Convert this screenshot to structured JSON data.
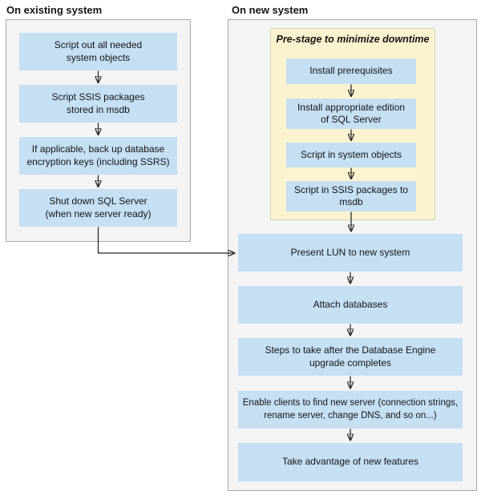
{
  "existing": {
    "header": "On existing system",
    "steps": [
      "Script out all needed system objects",
      "Script SSIS packages stored in msdb",
      "If applicable, back up database encryption keys (including SSRS)",
      "Shut down SQL Server (when new server ready)"
    ]
  },
  "new_system": {
    "header": "On new system",
    "prestage": {
      "title": "Pre-stage to minimize downtime",
      "steps": [
        "Install prerequisites",
        "Install appropriate edition of SQL Server",
        "Script in system objects",
        "Script in SSIS packages to msdb"
      ]
    },
    "steps": [
      "Present LUN to new system",
      "Attach databases",
      "Steps to take after the Database Engine upgrade completes",
      "Enable clients to find new server (connection strings, rename server, change DNS, and so on...)",
      "Take advantage of new features"
    ]
  },
  "colors": {
    "step_fill": "#c5dff3",
    "prestage_fill": "#fbf3d0",
    "prestage_border": "#d8d2ae",
    "panel_fill": "#f4f4f5",
    "panel_border": "#a8a8a8",
    "connector": "#262626",
    "text": "#141414"
  }
}
